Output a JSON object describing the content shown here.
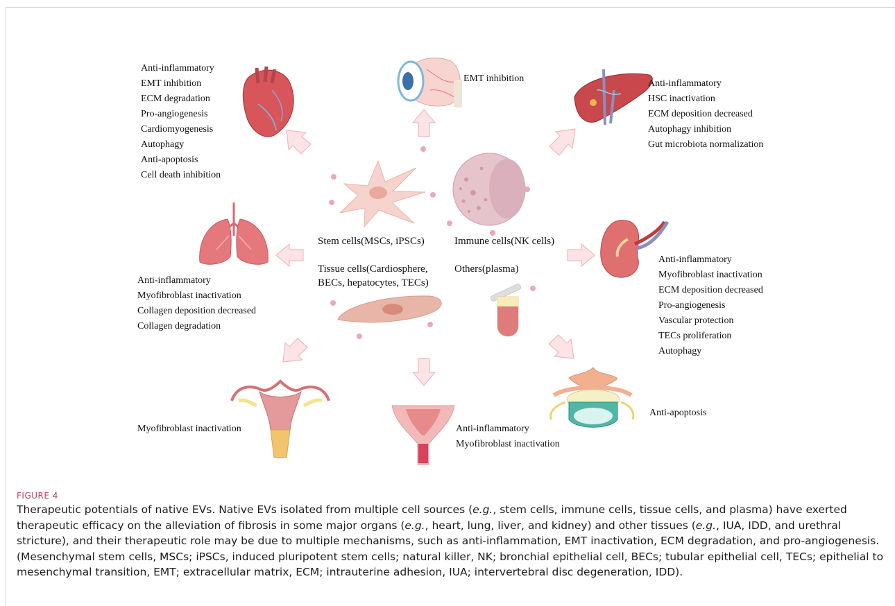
{
  "figure_label": "FIGURE 4",
  "caption": {
    "p1": "Therapeutic potentials of native EVs. Native EVs isolated from multiple cell sources (",
    "eg1": "e.g.",
    "p2": ", stem cells, immune cells, tissue cells, and plasma) have exerted therapeutic efficacy on the alleviation of fibrosis in some major organs (",
    "eg2": "e.g.",
    "p3": ", heart, lung, liver, and kidney) and other tissues (",
    "eg3": "e.g.",
    "p4": ", IUA, IDD, and urethral stricture), and their therapeutic role may be due to multiple mechanisms, such as anti-inflammation, EMT inactivation, ECM degradation, and pro-angiogenesis. (Mesenchymal stem cells, MSCs; iPSCs, induced pluripotent stem cells; natural killer, NK; bronchial epithelial cell, BECs; tubular epithelial cell, TECs; epithelial to mesenchymal transition, EMT; extracellular matrix, ECM; intrauterine adhesion, IUA; intervertebral disc degeneration, IDD)."
  },
  "sources": {
    "stem": "Stem cells(MSCs, iPSCs)",
    "immune": "Immune cells(NK cells)",
    "tissue_1": "Tissue cells(Cardiosphere,",
    "tissue_2": "BECs, hepatocytes, TECs)",
    "others": "Others(plasma)"
  },
  "organs": {
    "heart": [
      "Anti-inflammatory",
      "EMT inhibition",
      "ECM degradation",
      "Pro-angiogenesis",
      "Cardiomyogenesis",
      "Autophagy",
      "Anti-apoptosis",
      "Cell death inhibition"
    ],
    "eye": [
      "EMT inhibition"
    ],
    "liver": [
      "Anti-inflammatory",
      "HSC inactivation",
      "ECM deposition decreased",
      "Autophagy inhibition",
      "Gut microbiota normalization"
    ],
    "lung": [
      "Anti-inflammatory",
      "Myofibroblast inactivation",
      "Collagen deposition decreased",
      "Collagen degradation"
    ],
    "kidney": [
      "Anti-inflammatory",
      "Myofibroblast inactivation",
      "ECM deposition decreased",
      "Pro-angiogenesis",
      "Vascular protection",
      "TECs proliferation",
      "Autophagy"
    ],
    "uterus": [
      "Myofibroblast inactivation"
    ],
    "urethra": [
      "Anti-inflammatory",
      "Myofibroblast inactivation"
    ],
    "disc": [
      "Anti-apoptosis"
    ]
  },
  "colors": {
    "arrow_fill": "#fbe3e6",
    "arrow_stroke": "#efb9c1",
    "dot": "#e8aab6",
    "cell": "#f6d3cd",
    "immune_cell": "#e6c4cc",
    "caption_label": "#b0416b"
  }
}
